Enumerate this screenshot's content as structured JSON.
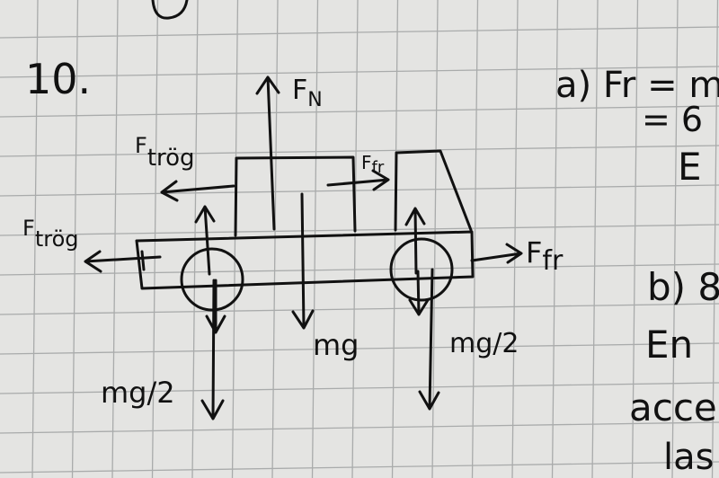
{
  "problem_number": "10.",
  "labels": {
    "normal_force": "F",
    "normal_force_sub": "N",
    "traction_upper": "F",
    "traction_upper_sub": "trög",
    "traction_lower": "F",
    "traction_lower_sub": "trög",
    "friction_upper": "F",
    "friction_upper_sub": "fr",
    "friction_lower": "F",
    "friction_lower_sub": "fr",
    "weight": "mg",
    "weight_left": "mg/2",
    "weight_right": "mg/2"
  },
  "notes": {
    "a_line1": "a) Fr = m·c",
    "a_line2": "= 6",
    "a_line3": "E",
    "b_line1": "b) 8",
    "b_line2": "En",
    "b_line3": "acce",
    "b_line4": "las"
  },
  "colors": {
    "paper": "#e4e4e2",
    "grid": "#a9abab",
    "ink": "#111111"
  }
}
